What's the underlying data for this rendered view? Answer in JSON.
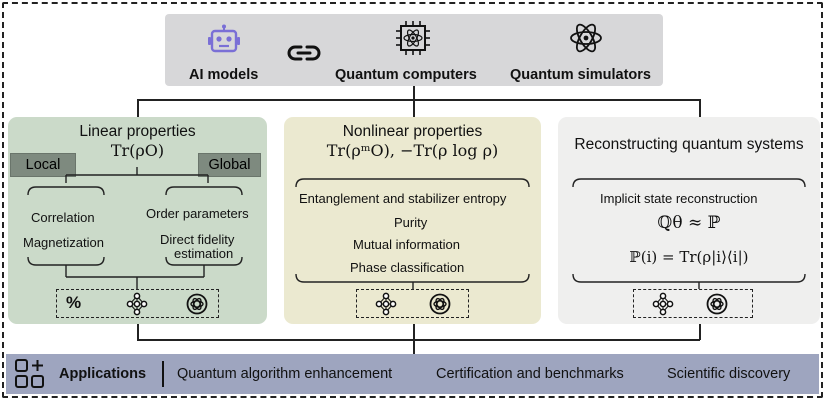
{
  "top": {
    "items": [
      {
        "label": "AI models",
        "icon": "robot-icon"
      },
      {
        "label": "Quantum computers",
        "icon": "quantum-chip-icon"
      },
      {
        "label": "Quantum simulators",
        "icon": "atom-icon"
      }
    ],
    "link_icon": "link-icon"
  },
  "panels": {
    "linear": {
      "title": "Linear properties",
      "formula": "Tr(ρO)",
      "tag_left": "Local",
      "tag_right": "Global",
      "left_items": [
        "Correlation",
        "Magnetization"
      ],
      "right_items": [
        "Order parameters",
        "Direct fidelity",
        "estimation"
      ],
      "model_icons": [
        "percent-ml-icon",
        "neural-network-icon",
        "openai-logo-icon"
      ]
    },
    "nonlinear": {
      "title": "Nonlinear properties",
      "formula": "Tr(ρᵐO), −Tr(ρ log ρ)",
      "items": [
        "Entanglement and stabilizer entropy",
        "Purity",
        "Mutual information",
        "Phase classification"
      ],
      "model_icons": [
        "neural-network-icon",
        "openai-logo-icon"
      ]
    },
    "reconstruct": {
      "title": "Reconstructing quantum systems",
      "subtitle": "Implicit state reconstruction",
      "formula1": "ℚθ ≈ ℙ",
      "formula2": "ℙ(i) = Tr(ρ|i⟩⟨i|)",
      "model_icons": [
        "neural-network-icon",
        "openai-logo-icon"
      ]
    }
  },
  "applications": {
    "label": "Applications",
    "icon": "apps-grid-icon",
    "items": [
      "Quantum algorithm enhancement",
      "Certification and benchmarks",
      "Scientific discovery"
    ]
  },
  "colors": {
    "top_bar": "#d7d7d9",
    "icon_purple": "#7a6fd6",
    "linear_panel": "#cbdac9",
    "nonlinear_panel": "#ebe9d0",
    "recon_panel": "#efefee",
    "tag": "#7e8a7f",
    "app_bar": "#9ea5bf"
  }
}
